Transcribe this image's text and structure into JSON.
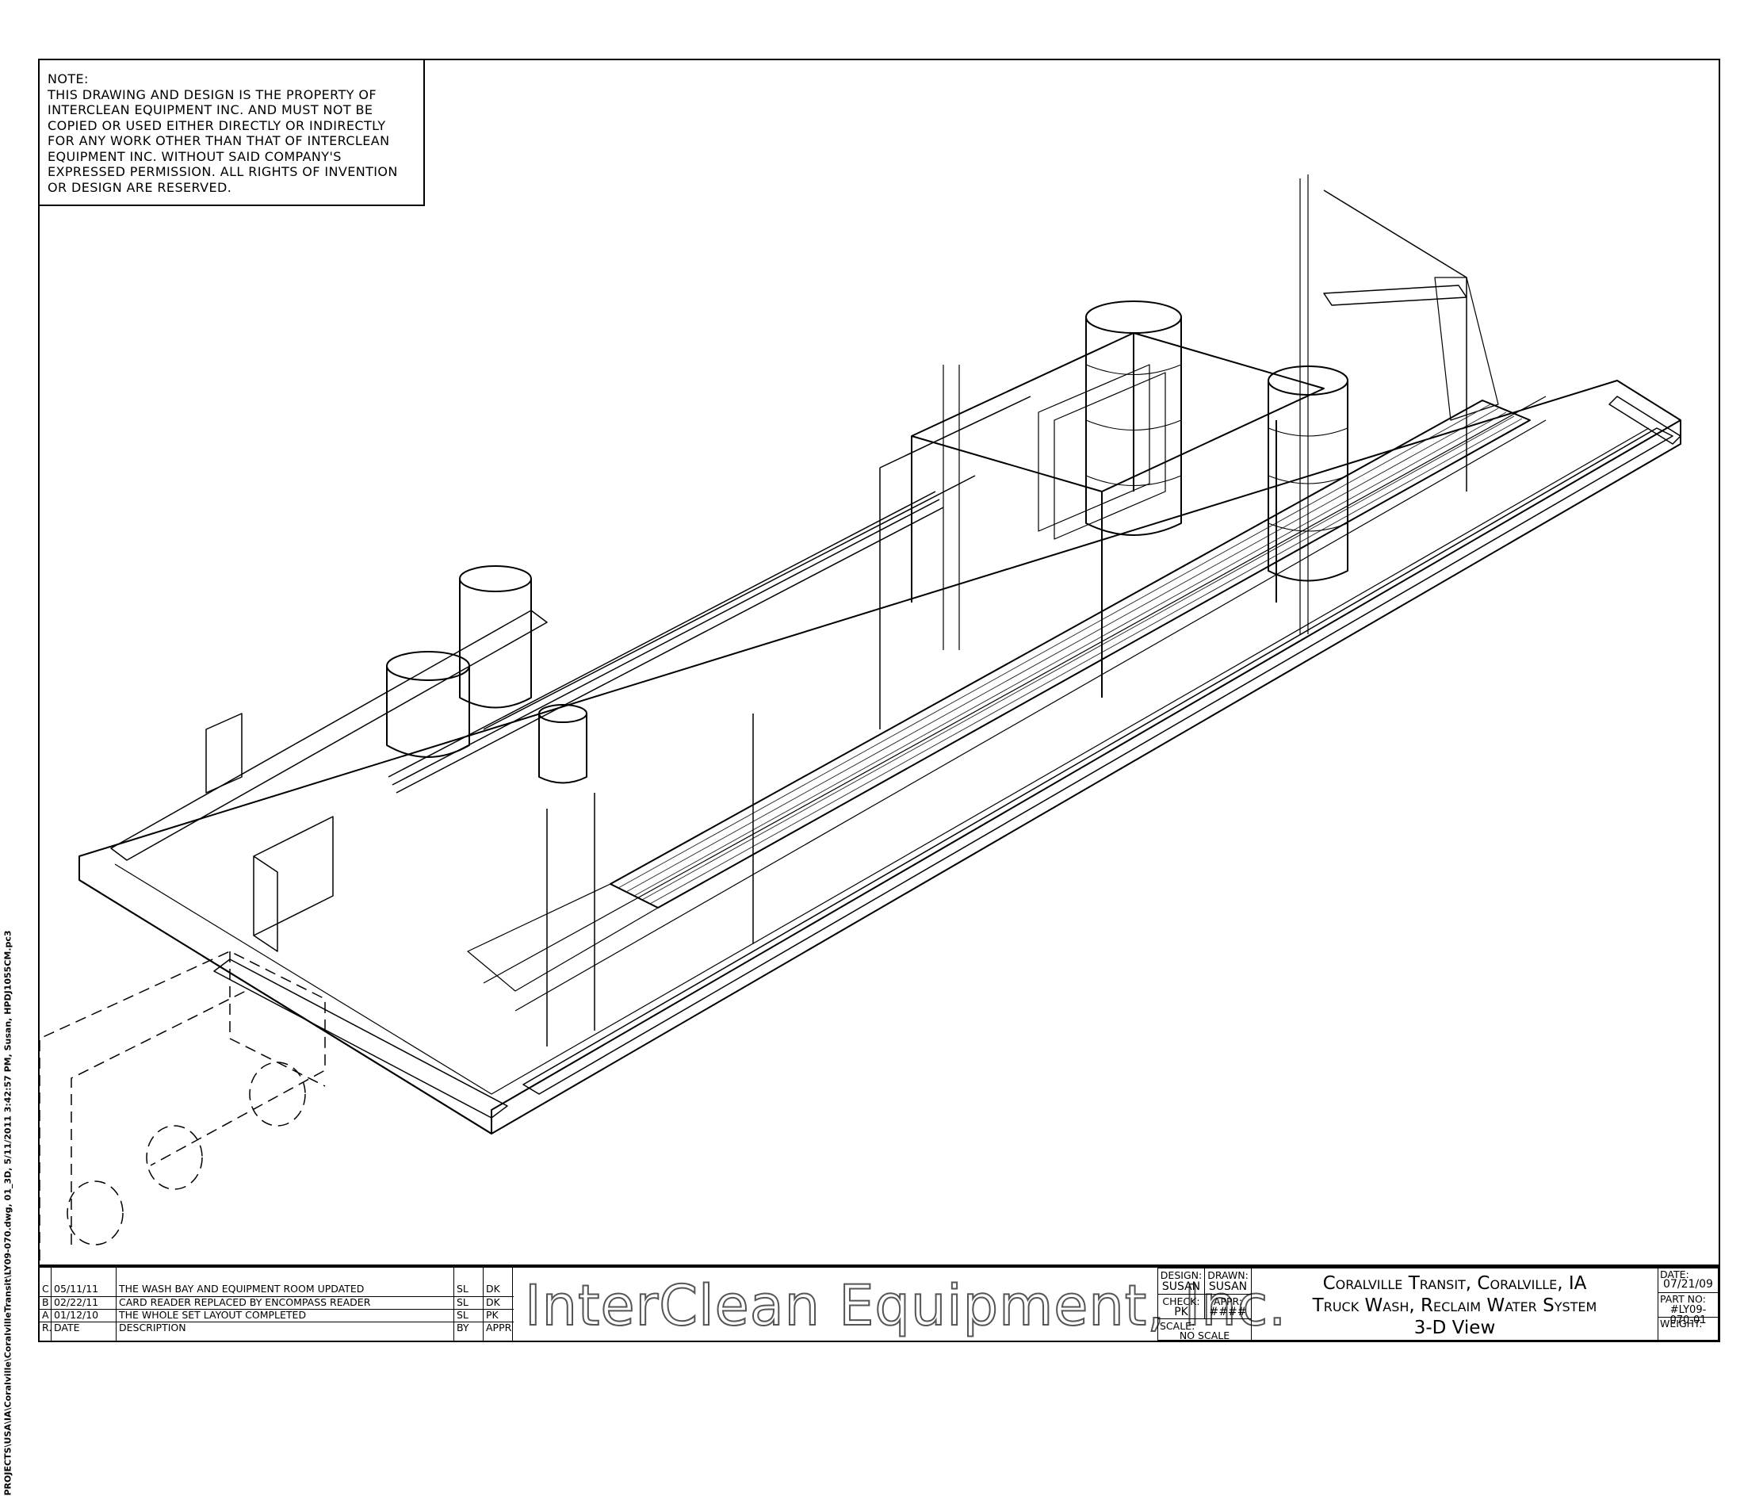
{
  "note": {
    "lines": [
      "NOTE:",
      "THIS DRAWING AND DESIGN IS THE PROPERTY OF",
      "INTERCLEAN EQUIPMENT INC. AND MUST NOT BE",
      "COPIED OR USED EITHER DIRECTLY OR INDIRECTLY",
      "FOR ANY WORK OTHER THAN THAT OF INTERCLEAN",
      "EQUIPMENT INC. WITHOUT SAID COMPANY'S",
      "EXPRESSED PERMISSION. ALL RIGHTS OF INVENTION",
      "OR DESIGN ARE RESERVED."
    ]
  },
  "file_path": "PROJECTS\\USA\\IA\\Coralville\\CoralvilleTransit\\LY09-070.dwg, 01_3D, 5/11/2011 3:42:57 PM, Susan, HPDJ1055CM.pc3",
  "revisions": {
    "header": {
      "rev": "R.",
      "date": "DATE",
      "description": "DESCRIPTION",
      "by": "BY",
      "appr": "APPR"
    },
    "rows": [
      {
        "rev": "C",
        "date": "05/11/11",
        "description": "The Wash Bay and Equipment Room Updated",
        "by": "SL",
        "appr": "DK"
      },
      {
        "rev": "B",
        "date": "02/22/11",
        "description": "Card reader replaced by encompass reader",
        "by": "SL",
        "appr": "DK"
      },
      {
        "rev": "A",
        "date": "01/12/10",
        "description": "The Whole Set Layout Completed",
        "by": "SL",
        "appr": "PK"
      }
    ]
  },
  "company_name": "InterClean Equipment, Inc.",
  "signoff": {
    "design_label": "DESIGN:",
    "design_value": "SUSAN",
    "drawn_label": "DRAWN:",
    "drawn_value": "SUSAN",
    "check_label": "CHECK:",
    "check_value": "PK",
    "appr_label": "APPR:",
    "appr_value": "####",
    "scale_label": "SCALE:",
    "scale_value": "NO SCALE"
  },
  "project": {
    "line1": "Coralville Transit, Coralville, IA",
    "line2": "Truck Wash, Reclaim Water System",
    "line3": "3-D View"
  },
  "meta": {
    "date_label": "DATE:",
    "date_value": "07/21/09",
    "part_label": "PART NO:",
    "part_value": "#LY09-070-01",
    "weight_label": "WEIGHT:"
  }
}
